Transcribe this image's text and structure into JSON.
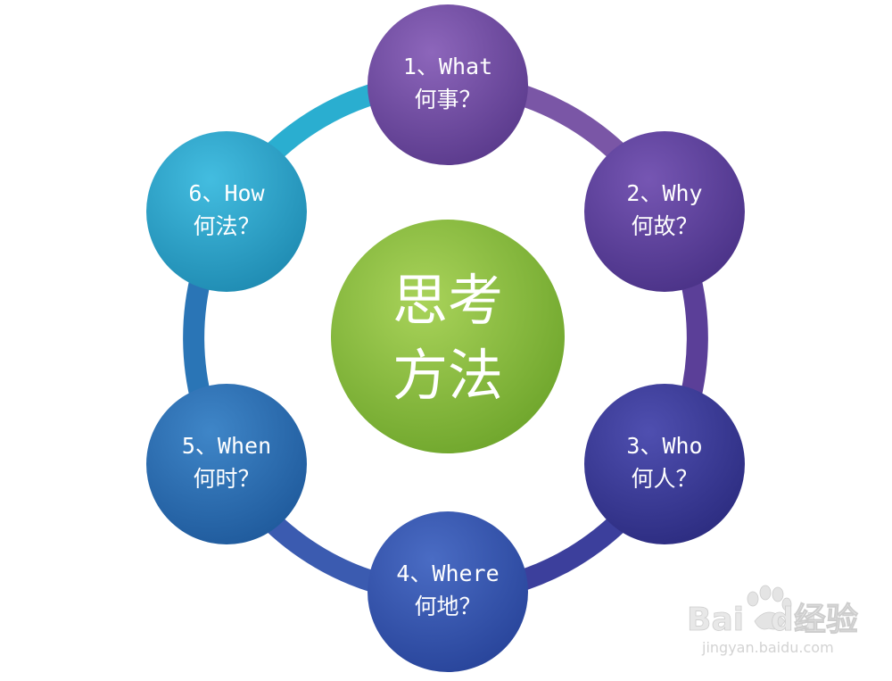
{
  "center": {
    "line1": "思考",
    "line2": "方法",
    "color": "#7fb43a"
  },
  "nodes": [
    {
      "line1": "1、What",
      "line2": "何事？",
      "color": "#6c4a9e"
    },
    {
      "line1": "2、Why",
      "line2": "何故？",
      "color": "#5b3f98"
    },
    {
      "line1": "3、Who",
      "line2": "何人？",
      "color": "#3a3a95"
    },
    {
      "line1": "4、Where",
      "line2": "何地？",
      "color": "#3354ad"
    },
    {
      "line1": "5、When",
      "line2": "何时？",
      "color": "#2a6aaf"
    },
    {
      "line1": "6、How",
      "line2": "何法？",
      "color": "#2a9ec4"
    }
  ],
  "ring": {
    "segment_colors": [
      "#7a56a6",
      "#5b3f98",
      "#3c3f9c",
      "#3b5bb0",
      "#2a75b6",
      "#2aaed0"
    ]
  },
  "watermark": {
    "brand": "Bai",
    "brand_tail": "经验",
    "url": "jingyan.baidu.com"
  }
}
